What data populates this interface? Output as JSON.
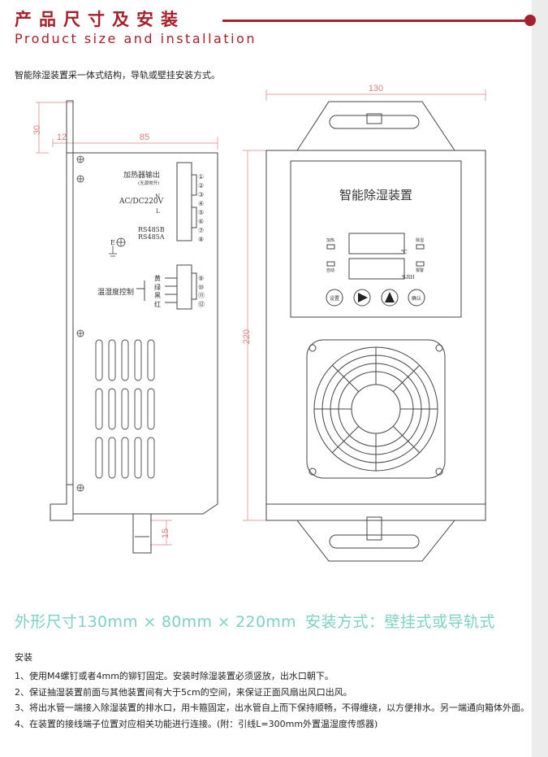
{
  "header": {
    "title_cn": "产品尺寸及安装",
    "title_en": "Product size and installation"
  },
  "intro": "智能除湿装置采一体式结构，导轨或壁挂安装方式。",
  "drawing": {
    "dims": {
      "d30": "30",
      "d12": "12",
      "d85": "85",
      "d130": "130",
      "d220": "220",
      "d15": "15"
    },
    "side_labels": {
      "heater_out": "加热器输出",
      "heater_note": "(无源常开)",
      "acdc": "AC/DC220V",
      "n": "N",
      "l": "L",
      "rs485b": "RS485B",
      "rs485a": "RS485A",
      "earth": "E",
      "sensor_ctrl": "温湿度控制",
      "wires": [
        "黄",
        "绿",
        "黑",
        "红"
      ],
      "terminals_top": [
        "①",
        "②",
        "③",
        "④",
        "⑤",
        "⑥",
        "⑦",
        "⑧"
      ],
      "terminals_bottom": [
        "⑨",
        "⑩",
        "⑪",
        "⑫"
      ]
    },
    "front_labels": {
      "device_name": "智能除湿装置",
      "led_tl": "加热",
      "led_tr": "除湿",
      "led_bl": "自动",
      "led_br": "报警",
      "unit_temp": "℃",
      "unit_rh": "%RH",
      "btn_set": "设置",
      "btn_ok": "确认"
    }
  },
  "specs": {
    "dims": "外形尺寸130mm × 80mm × 220mm",
    "mount": "安装方式：壁挂式或导轨式"
  },
  "install": {
    "title": "安装",
    "steps": [
      "1、使用M4螺钉或者4mm的铆钉固定。安装时除湿装置必须竖放，出水口朝下。",
      "2、保证抽湿装置前面与其他装置间有大于5cm的空间，来保证正面风扇出风口出风。",
      "3、将出水管一端接入除湿装置的排水口，用卡箍固定，出水管自上而下保持顺畅，不得缠绕，以方便排水。另一端通向箱体外面。",
      "4、在装置的接线端子位置对应相关功能进行连接。(附：引线L=300mm外置温湿度传感器)"
    ]
  },
  "colors": {
    "accent": "#a5202a",
    "spec": "#7fd0c4",
    "dim": "#d88080",
    "line": "#444444"
  }
}
